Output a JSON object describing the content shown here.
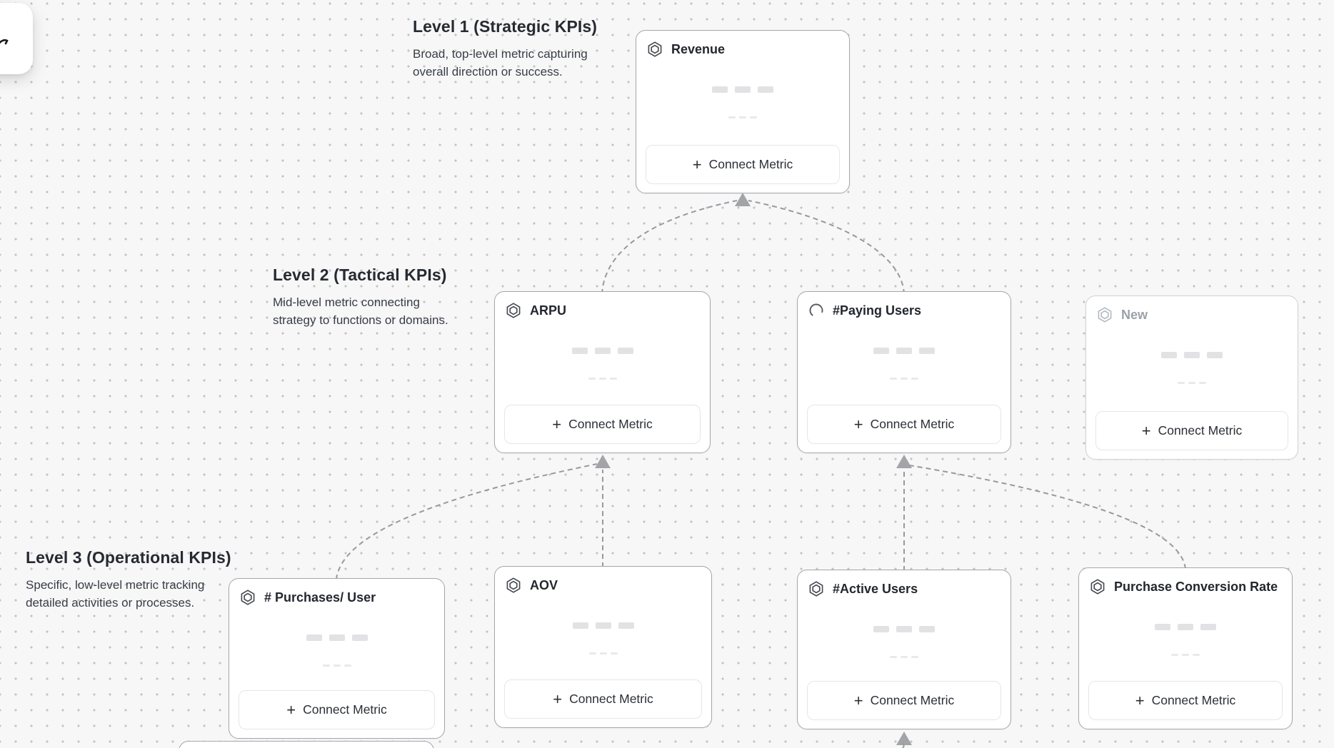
{
  "canvas": {
    "background_color": "#f7f7f8",
    "dot_color": "#c3c3c6"
  },
  "floating_panel": {
    "icon": "cursor-stroke-icon"
  },
  "levels": [
    {
      "title": "Level 1 (Strategic KPIs)",
      "description": "Broad, top-level metric capturing\noverall direction or success."
    },
    {
      "title": "Level 2 (Tactical KPIs)",
      "description": "Mid-level metric connecting\nstrategy to functions or domains."
    },
    {
      "title": "Level 3 (Operational KPIs)",
      "description": "Specific, low-level metric tracking\ndetailed activities or processes."
    }
  ],
  "cards": [
    {
      "id": "revenue",
      "title": "Revenue",
      "icon": "hexagon-metric-icon",
      "state": "default",
      "connect_label": "Connect Metric"
    },
    {
      "id": "arpu",
      "title": "ARPU",
      "icon": "hexagon-metric-icon",
      "state": "default",
      "connect_label": "Connect Metric"
    },
    {
      "id": "paying-users",
      "title": "#Paying Users",
      "icon": "loading-spinner-icon",
      "state": "loading",
      "connect_label": "Connect Metric"
    },
    {
      "id": "new",
      "title": "New",
      "icon": "hexagon-metric-icon",
      "state": "placeholder",
      "connect_label": "Connect Metric"
    },
    {
      "id": "purchases-per-user",
      "title": "# Purchases/ User",
      "icon": "hexagon-metric-icon",
      "state": "default",
      "connect_label": "Connect Metric"
    },
    {
      "id": "aov",
      "title": "AOV",
      "icon": "hexagon-metric-icon",
      "state": "default",
      "connect_label": "Connect Metric"
    },
    {
      "id": "active-users",
      "title": "#Active Users",
      "icon": "hexagon-metric-icon",
      "state": "default",
      "connect_label": "Connect Metric"
    },
    {
      "id": "purchase-conversion-rate",
      "title": "Purchase Conversion Rate",
      "icon": "hexagon-metric-icon",
      "state": "default",
      "connect_label": "Connect Metric"
    }
  ],
  "colors": {
    "card_border": "#a4a7ac",
    "placeholder_border": "#ced1d6",
    "connector": "#98999d",
    "arrowhead": "#a3a4a8",
    "title_text": "#23272e",
    "muted_text": "#9ba1aa",
    "skeleton": "#e2e2e5"
  }
}
